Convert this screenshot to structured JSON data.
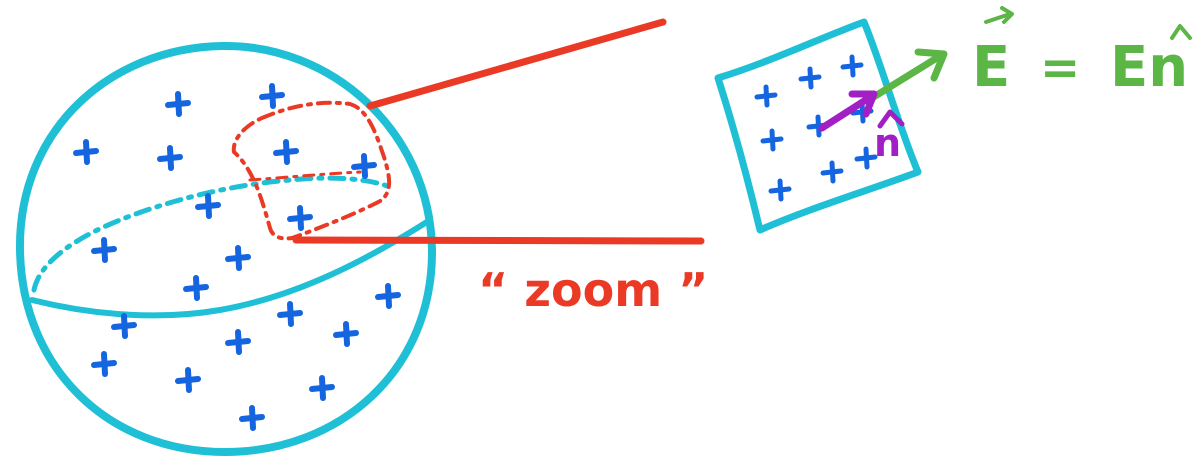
{
  "labels": {
    "zoom": "“ zoom ”",
    "equation_lhs": "E",
    "equation_eq": "=",
    "equation_rhs": "En",
    "normal": "n"
  },
  "colors": {
    "sphere": "#1fc0d6",
    "charge": "#1565e0",
    "zoom": "#ea3a26",
    "field": "#5bb646",
    "normal": "#a21fc6",
    "background": "#ffffff"
  },
  "icons": {
    "charge": "plus-sign",
    "vector_marker": "arrow-accent",
    "unit_marker": "hat-accent"
  }
}
